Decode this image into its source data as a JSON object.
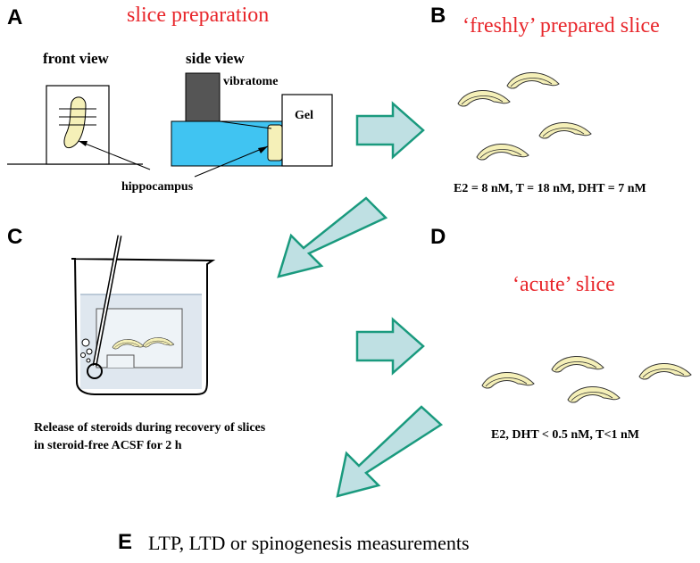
{
  "panels": {
    "a": "A",
    "b": "B",
    "c": "C",
    "d": "D",
    "e": "E"
  },
  "panel_a": {
    "title": "slice preparation",
    "front_view": "front view",
    "side_view": "side view",
    "vibratome": "vibratome",
    "gel": "Gel",
    "hippocampus": "hippocampus"
  },
  "panel_b": {
    "title": "‘freshly’ prepared slice",
    "concentrations": "E2 = 8 nM, T = 18 nM, DHT = 7 nM"
  },
  "panel_c": {
    "caption_line1": "Release of steroids during recovery of slices",
    "caption_line2": "in steroid-free ACSF for 2 h"
  },
  "panel_d": {
    "title": "‘acute’ slice",
    "concentrations": "E2, DHT  < 0.5 nM, T<1 nM"
  },
  "panel_e": {
    "text": "LTP, LTD or spinogenesis measurements"
  },
  "colors": {
    "title_red": "#e8262b",
    "arrow_fill": "#bfe0e3",
    "arrow_stroke": "#1a9a7e",
    "slice_fill": "#f5f0b8",
    "bath_blue": "#40c4f2"
  }
}
